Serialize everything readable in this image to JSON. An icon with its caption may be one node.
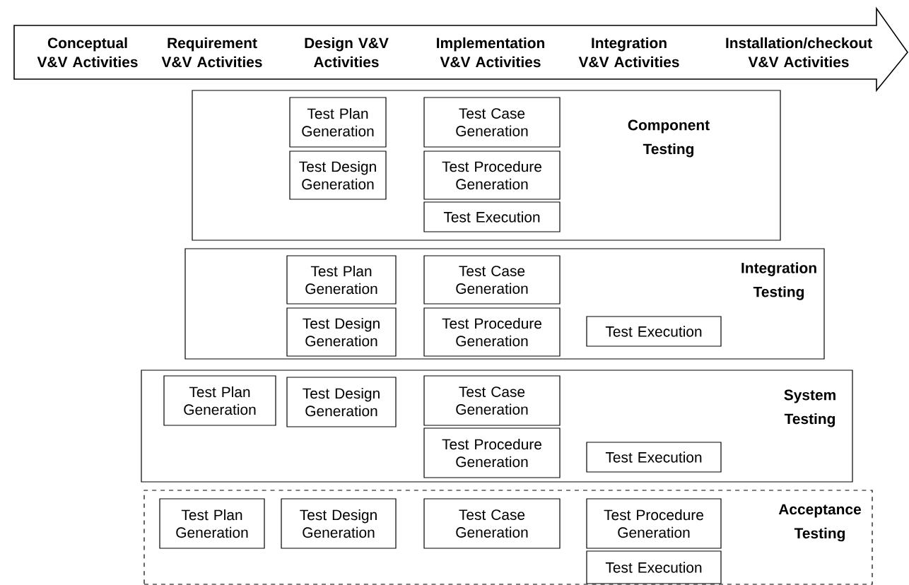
{
  "diagram": {
    "nodes": [
      {
        "text": [
          "Conceptual V&V Activities",
          "Requirement V&V Activities",
          "Design V&V Activities",
          "Implementation V&V Activities",
          "Integration V&V Activities",
          "Installation/checkout V&V Activities"
        ]
      },
      {
        "text": [
          "Component Testing"
        ]
      },
      {
        "text": [
          "Test Plan Generation"
        ],
        "in": 1
      },
      {
        "text": [
          "Test Case Generation"
        ],
        "in": 1
      },
      {
        "text": [
          "Test Design Generation"
        ],
        "in": 1
      },
      {
        "text": [
          "Test Procedure Generation"
        ],
        "in": 1
      },
      {
        "text": [
          "Test Execution"
        ],
        "in": 1
      },
      {
        "text": [
          "Integration Testing"
        ]
      },
      {
        "text": [
          "Test Plan Generation"
        ],
        "in": 7
      },
      {
        "text": [
          "Test Case Generation"
        ],
        "in": 7
      },
      {
        "text": [
          "Test Design Generation"
        ],
        "in": 7
      },
      {
        "text": [
          "Test Procedure Generation"
        ],
        "in": 7
      },
      {
        "text": [
          "Test Execution"
        ],
        "in": 7
      },
      {
        "text": [
          "System Testing"
        ]
      },
      {
        "text": [
          "Test Plan Generation"
        ],
        "in": 13
      },
      {
        "text": [
          "Test Design Generation"
        ],
        "in": 13
      },
      {
        "text": [
          "Test Case Generation"
        ],
        "in": 13
      },
      {
        "text": [
          "Test Procedure Generation"
        ],
        "in": 13
      },
      {
        "text": [
          "Test Execution"
        ],
        "in": 13
      },
      {
        "text": [
          "Acceptance Testing"
        ]
      },
      {
        "text": [
          "Test Plan Generation"
        ],
        "in": 19
      },
      {
        "text": [
          "Test Design Generation"
        ],
        "in": 19
      },
      {
        "text": [
          "Test Case Generation"
        ],
        "in": 19
      },
      {
        "text": [
          "Test Procedure Generation"
        ],
        "in": 19
      },
      {
        "text": [
          "Test Execution"
        ],
        "in": 19
      }
    ]
  }
}
